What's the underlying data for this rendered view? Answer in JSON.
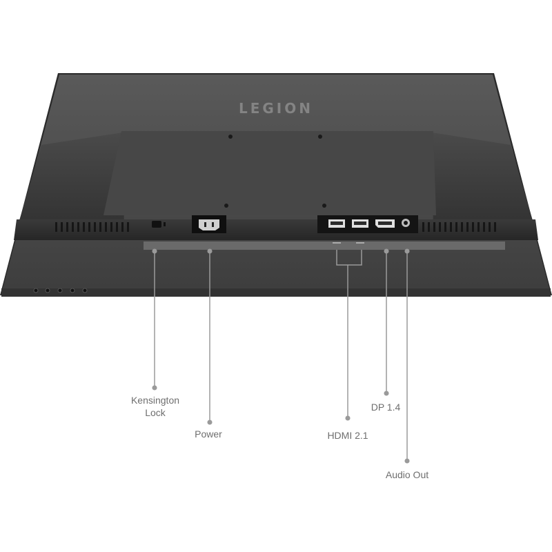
{
  "product": {
    "brand_logo": "LEGION",
    "colors": {
      "body": "#2f2f2f",
      "panel": "#3c3c3c",
      "shade": "#4a4a4a",
      "callout": "#9a9a9a",
      "label": "#6e6e6e"
    }
  },
  "callouts": {
    "kensington": "Kensington\nLock",
    "power": "Power",
    "hdmi": "HDMI 2.1",
    "dp": "DP 1.4",
    "audio": "Audio Out"
  },
  "ports": [
    {
      "name": "kensington-lock",
      "icon": "lock-slot-icon"
    },
    {
      "name": "power-port",
      "icon": "iec-power-socket-icon"
    },
    {
      "name": "hdmi-port-1",
      "icon": "hdmi-port-icon"
    },
    {
      "name": "hdmi-port-2",
      "icon": "hdmi-port-icon"
    },
    {
      "name": "displayport",
      "icon": "displayport-icon"
    },
    {
      "name": "audio-out",
      "icon": "audio-jack-icon"
    }
  ]
}
